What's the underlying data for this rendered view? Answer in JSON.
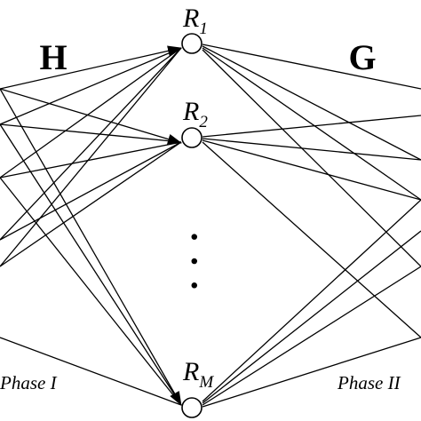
{
  "channel_left": "H",
  "channel_right": "G",
  "relays": [
    {
      "base": "R",
      "sub": "1"
    },
    {
      "base": "R",
      "sub": "2"
    },
    {
      "base": "R",
      "sub": "M"
    }
  ],
  "ellipsis": "· · ·",
  "phase_left": "Phase I",
  "phase_right": "Phase II"
}
